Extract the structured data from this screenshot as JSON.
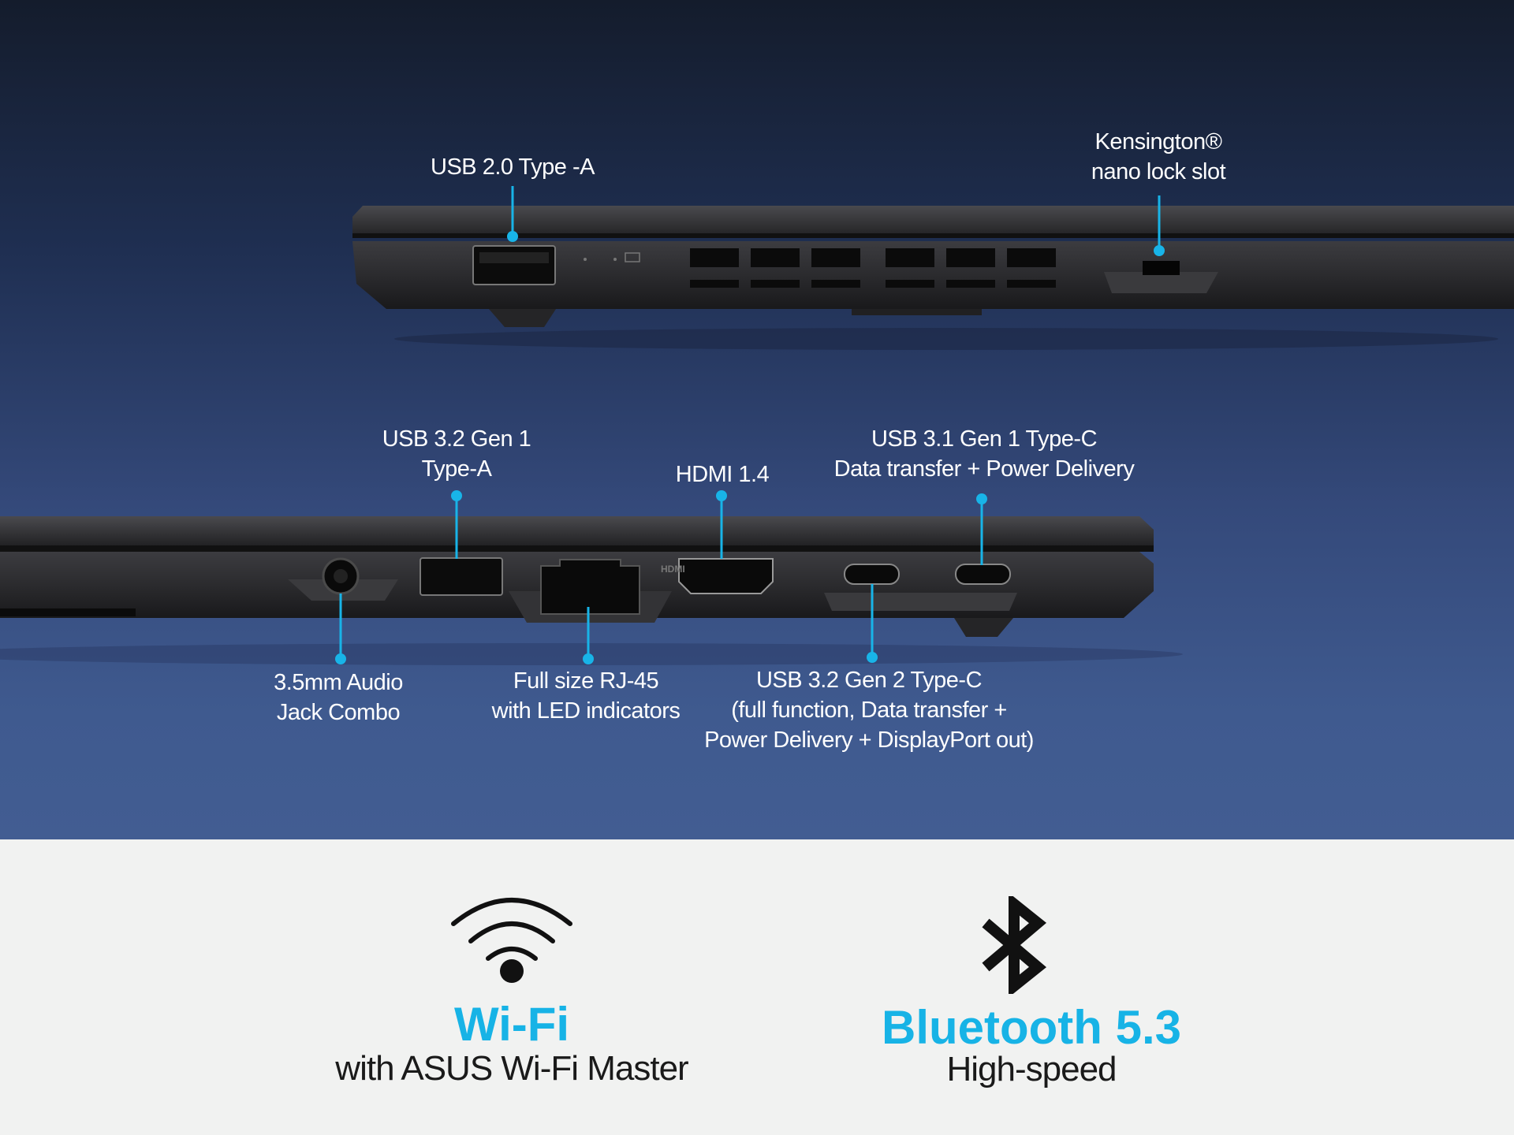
{
  "ports_top": {
    "usb20": {
      "lines": [
        "USB 2.0 Type -A"
      ]
    },
    "kensington": {
      "lines": [
        "Kensington®",
        "nano lock slot"
      ]
    }
  },
  "ports_bottom": {
    "usb32gen1": {
      "lines": [
        "USB 3.2 Gen 1",
        "Type-A"
      ]
    },
    "hdmi": {
      "lines": [
        "HDMI 1.4"
      ]
    },
    "usb31typec": {
      "lines": [
        "USB 3.1 Gen 1 Type-C",
        "Data transfer + Power Delivery"
      ]
    },
    "audio": {
      "lines": [
        "3.5mm Audio",
        "Jack Combo"
      ]
    },
    "rj45": {
      "lines": [
        "Full size RJ-45",
        "with LED indicators"
      ]
    },
    "usb32gen2": {
      "lines": [
        "USB 3.2 Gen 2 Type-C",
        "(full function,  Data transfer +",
        "Power Delivery + DisplayPort out)"
      ]
    }
  },
  "port_markings": {
    "hdmi": "HDMI"
  },
  "features": {
    "wifi": {
      "icon": "wifi-icon",
      "title": "Wi-Fi",
      "subtitle": "with ASUS Wi-Fi Master"
    },
    "bluetooth": {
      "icon": "bluetooth-icon",
      "title": "Bluetooth 5.3",
      "subtitle": "High-speed"
    }
  },
  "colors": {
    "accent": "#18b4e8",
    "title": "#17b3e6",
    "chassis": "#2a2a2c"
  }
}
